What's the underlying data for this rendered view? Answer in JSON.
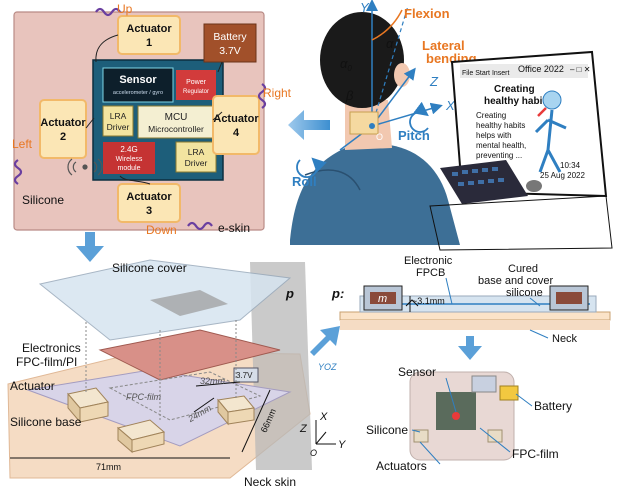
{
  "eskin": {
    "actuator1": [
      "Actuator",
      "1"
    ],
    "actuator2": [
      "Actuator",
      "2"
    ],
    "actuator3": [
      "Actuator",
      "3"
    ],
    "actuator4": [
      "Actuator",
      "4"
    ],
    "battery": [
      "Battery",
      "3.7V"
    ],
    "sensor": "Sensor",
    "sensor_sub": "accelerometer / gyro",
    "power": [
      "Power",
      "Regulator"
    ],
    "lra_left": [
      "LRA",
      "Driver"
    ],
    "lra_right": [
      "LRA",
      "Driver"
    ],
    "mcu": [
      "MCU",
      "Microcontroller"
    ],
    "wireless": [
      "2.4G",
      "Wireless",
      "module"
    ],
    "up": "Up",
    "down": "Down",
    "left": "Left",
    "right": "Right",
    "silicone": "Silicone",
    "eskin": "e-skin"
  },
  "person": {
    "Y": "Y",
    "Z": "Z",
    "X": "X",
    "flexion": "Flexion",
    "lateral": [
      "Lateral",
      "bending"
    ],
    "alpha": "α",
    "alpha0": "α",
    "alpha0_sub": "0",
    "beta": "β",
    "pitch": "Pitch",
    "roll": "Roll",
    "o": "O"
  },
  "monitor": {
    "bar": "File Start Insert",
    "app": "Office 2022",
    "title": [
      "Creating",
      "healthy habits"
    ],
    "body": [
      "Creating",
      "healthy habits",
      "helps with",
      "mental health,",
      "preventing ..."
    ],
    "time": "10:34",
    "date": "25 Aug 2022"
  },
  "layers": {
    "cover": "Silicone cover",
    "electronics": [
      "Electronics",
      "FPC-film/PI"
    ],
    "actuator": "Actuator",
    "base": "Silicone base",
    "fpc": "FPC-film",
    "battery": "3.7V",
    "dim71": "71mm",
    "dim66": "66mm",
    "dim32": "32mm",
    "dim24": "24mm",
    "neck": "Neck skin",
    "p": "p",
    "yoz": "YOZ",
    "axZ": "Z",
    "axX": "X",
    "axY": "Y",
    "axO": "O"
  },
  "cross": {
    "p": "p:",
    "electronic": [
      "Electronic",
      "FPCB"
    ],
    "cured": [
      "Cured",
      "base and cover",
      "silicone"
    ],
    "dim": "~3.1mm",
    "m": "m",
    "neck": "Neck"
  },
  "photo": {
    "sensor": "Sensor",
    "battery": "Battery",
    "silicone": "Silicone",
    "fpc": "FPC-film",
    "actuators": "Actuators"
  },
  "colors": {
    "orange": "#e87722",
    "blue": "#2f7fc1",
    "purple": "#6a3fa0",
    "pink": "#e8c4bd"
  }
}
